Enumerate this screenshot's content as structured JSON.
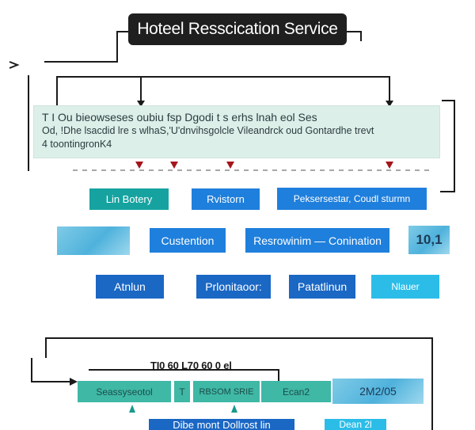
{
  "title": "Hoteel Resscication Service",
  "side_glyph": "›",
  "description": {
    "line1": "T I Ou  bieowseses oubiu  fsp  Dgodi t s erhs  lnah eol  Ses",
    "line2": "Od,  !Dhe lsacdid  lre  s  wlhaS,'U'dnvihsgolcle  Vileandrck  oud  Gontardhe  trevt",
    "line3": "4  toontingronK4"
  },
  "row1": {
    "node_a": "Lin Botery",
    "node_b": "Rvistorn",
    "node_c": "Peksersestar, Coudl sturmn"
  },
  "row2": {
    "node_a": "Custention",
    "node_b": "Resrowinim — Conination",
    "tile_right": "10,1"
  },
  "row3": {
    "node_a": "Atnlun",
    "node_b": "Prlonitaoor:",
    "node_c": "Patatlinun",
    "node_d": "Nlauer"
  },
  "bottom": {
    "header": "TI0 60 L70 60 0 el",
    "cells": [
      "Seassyseotol",
      "T",
      "RBSOM SRIE",
      "Ecan2"
    ],
    "date_cell": "2M2/05",
    "footer_a": "Dibe mont  Dollrost lin",
    "footer_b": "Dean 2l"
  },
  "colors": {
    "title_bg": "#1f1f1f",
    "panel_bg": "#dcefe8",
    "teal": "#16a3a0",
    "blue": "#1f7fdc",
    "navy": "#1a67c4",
    "sky": "#2bbde8",
    "arrow_red": "#a5151b"
  }
}
